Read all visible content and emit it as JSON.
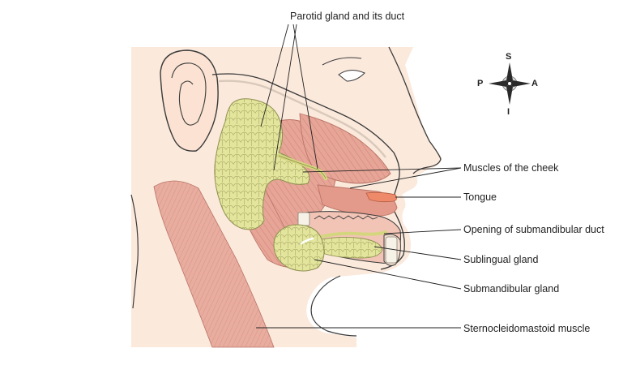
{
  "labels": {
    "parotid": "Parotid gland and its duct",
    "cheek_muscles": "Muscles of the cheek",
    "tongue": "Tongue",
    "submandibular_duct_opening": "Opening of submandibular duct",
    "sublingual": "Sublingual gland",
    "submandibular": "Submandibular gland",
    "sternocleidomastoid": "Sternocleidomastoid muscle"
  },
  "compass": {
    "superior": "S",
    "posterior": "P",
    "anterior": "A",
    "inferior": "I"
  },
  "colors": {
    "skin": "#fbe9dc",
    "gland": "#e3e59d",
    "gland_line": "#9a9c55",
    "muscle": "#e6a597",
    "muscle_dark": "#cf8476",
    "tongue": "#ee8a6a",
    "outline": "#3a3a3a"
  }
}
